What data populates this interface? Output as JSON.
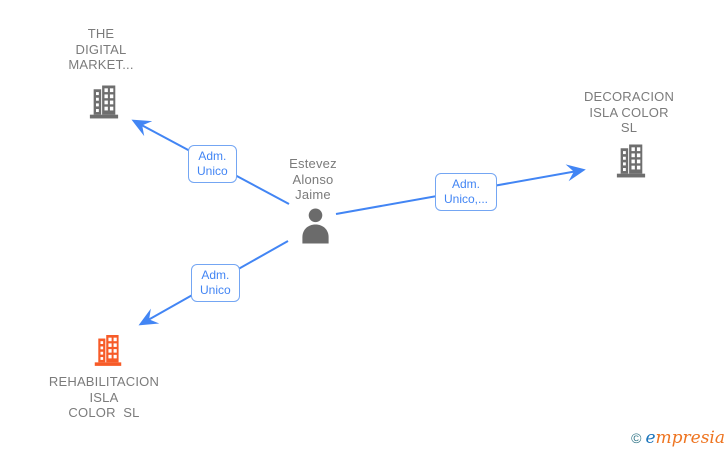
{
  "palette": {
    "edge_blue": "#4285F4",
    "box_border": "#74a6f3",
    "box_text": "#4285F4",
    "node_text": "#7b7b7b",
    "gray_icon": "#6e6e6e",
    "orange_icon": "#F75B28",
    "logo_copyright_color": "#35788a",
    "logo_e_color": "#1b75bc",
    "logo_rest_color": "#ee7420"
  },
  "nodes": {
    "company_top_left": {
      "label": "THE\nDIGITAL\nMARKET...",
      "icon": "building-icon",
      "icon_color": "#6e6e6e"
    },
    "company_right": {
      "label": "DECORACION\nISLA COLOR\nSL",
      "icon": "building-icon",
      "icon_color": "#6e6e6e"
    },
    "person_center": {
      "label": "Estevez\nAlonso\nJaime",
      "icon": "person-icon",
      "icon_color": "#6b6b6b"
    },
    "company_bottom_left": {
      "label": "REHABILITACION\nISLA\nCOLOR  SL",
      "icon": "building-icon",
      "icon_color": "#F75B28"
    }
  },
  "edges": [
    {
      "label": "Adm.\nUnico",
      "from": "person_center",
      "to": "company_top_left"
    },
    {
      "label": "Adm.\nUnico,...",
      "from": "person_center",
      "to": "company_right"
    },
    {
      "label": "Adm.\nUnico",
      "from": "person_center",
      "to": "company_bottom_left"
    }
  ],
  "logo": {
    "copyright": "©",
    "brand_first": "e",
    "brand_rest": "mpresia"
  }
}
